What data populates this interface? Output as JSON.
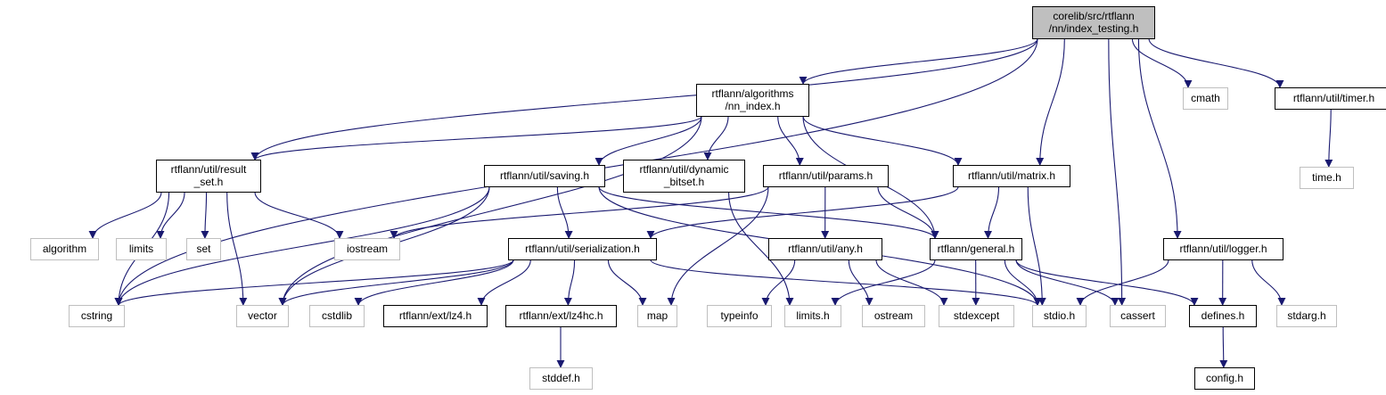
{
  "colors": {
    "edge": "#191970",
    "node_border": "#000000",
    "external_border": "#bfbfbf",
    "root_fill": "#bfbfbf",
    "background": "#ffffff"
  },
  "nodes": [
    {
      "id": "root",
      "kind": "root",
      "lines": [
        "corelib/src/rtflann",
        "/nn/index_testing.h"
      ]
    },
    {
      "id": "nn_index",
      "kind": "normal",
      "lines": [
        "rtflann/algorithms",
        "/nn_index.h"
      ]
    },
    {
      "id": "cmath",
      "kind": "external",
      "lines": [
        "cmath"
      ]
    },
    {
      "id": "timer",
      "kind": "normal",
      "lines": [
        "rtflann/util/timer.h"
      ]
    },
    {
      "id": "result_set",
      "kind": "normal",
      "lines": [
        "rtflann/util/result",
        "_set.h"
      ]
    },
    {
      "id": "saving",
      "kind": "normal",
      "lines": [
        "rtflann/util/saving.h"
      ]
    },
    {
      "id": "dynamic_bitset",
      "kind": "normal",
      "lines": [
        "rtflann/util/dynamic",
        "_bitset.h"
      ]
    },
    {
      "id": "params",
      "kind": "normal",
      "lines": [
        "rtflann/util/params.h"
      ]
    },
    {
      "id": "matrix",
      "kind": "normal",
      "lines": [
        "rtflann/util/matrix.h"
      ]
    },
    {
      "id": "time",
      "kind": "external",
      "lines": [
        "time.h"
      ]
    },
    {
      "id": "algorithm",
      "kind": "external",
      "lines": [
        "algorithm"
      ]
    },
    {
      "id": "limits",
      "kind": "external",
      "lines": [
        "limits"
      ]
    },
    {
      "id": "set",
      "kind": "external",
      "lines": [
        "set"
      ]
    },
    {
      "id": "iostream",
      "kind": "external",
      "lines": [
        "iostream"
      ]
    },
    {
      "id": "serialization",
      "kind": "normal",
      "lines": [
        "rtflann/util/serialization.h"
      ]
    },
    {
      "id": "any",
      "kind": "normal",
      "lines": [
        "rtflann/util/any.h"
      ]
    },
    {
      "id": "general",
      "kind": "normal",
      "lines": [
        "rtflann/general.h"
      ]
    },
    {
      "id": "logger",
      "kind": "normal",
      "lines": [
        "rtflann/util/logger.h"
      ]
    },
    {
      "id": "cstring",
      "kind": "external",
      "lines": [
        "cstring"
      ]
    },
    {
      "id": "vector",
      "kind": "external",
      "lines": [
        "vector"
      ]
    },
    {
      "id": "cstdlib",
      "kind": "external",
      "lines": [
        "cstdlib"
      ]
    },
    {
      "id": "lz4",
      "kind": "normal",
      "lines": [
        "rtflann/ext/lz4.h"
      ]
    },
    {
      "id": "lz4hc",
      "kind": "normal",
      "lines": [
        "rtflann/ext/lz4hc.h"
      ]
    },
    {
      "id": "map",
      "kind": "external",
      "lines": [
        "map"
      ]
    },
    {
      "id": "typeinfo",
      "kind": "external",
      "lines": [
        "typeinfo"
      ]
    },
    {
      "id": "limits_h",
      "kind": "external",
      "lines": [
        "limits.h"
      ]
    },
    {
      "id": "ostream",
      "kind": "external",
      "lines": [
        "ostream"
      ]
    },
    {
      "id": "stdexcept",
      "kind": "external",
      "lines": [
        "stdexcept"
      ]
    },
    {
      "id": "stdio",
      "kind": "external",
      "lines": [
        "stdio.h"
      ]
    },
    {
      "id": "cassert",
      "kind": "external",
      "lines": [
        "cassert"
      ]
    },
    {
      "id": "defines",
      "kind": "normal",
      "lines": [
        "defines.h"
      ]
    },
    {
      "id": "stdarg",
      "kind": "external",
      "lines": [
        "stdarg.h"
      ]
    },
    {
      "id": "stddef",
      "kind": "external",
      "lines": [
        "stddef.h"
      ]
    },
    {
      "id": "config",
      "kind": "normal",
      "lines": [
        "config.h"
      ]
    }
  ],
  "edges": [
    [
      "root",
      "nn_index"
    ],
    [
      "root",
      "cmath"
    ],
    [
      "root",
      "timer"
    ],
    [
      "root",
      "result_set"
    ],
    [
      "root",
      "matrix"
    ],
    [
      "root",
      "cstring"
    ],
    [
      "root",
      "cassert"
    ],
    [
      "root",
      "logger"
    ],
    [
      "nn_index",
      "result_set"
    ],
    [
      "nn_index",
      "saving"
    ],
    [
      "nn_index",
      "dynamic_bitset"
    ],
    [
      "nn_index",
      "params"
    ],
    [
      "nn_index",
      "matrix"
    ],
    [
      "nn_index",
      "general"
    ],
    [
      "nn_index",
      "vector"
    ],
    [
      "timer",
      "time"
    ],
    [
      "result_set",
      "algorithm"
    ],
    [
      "result_set",
      "limits"
    ],
    [
      "result_set",
      "set"
    ],
    [
      "result_set",
      "iostream"
    ],
    [
      "result_set",
      "vector"
    ],
    [
      "result_set",
      "cstring"
    ],
    [
      "saving",
      "serialization"
    ],
    [
      "saving",
      "general"
    ],
    [
      "saving",
      "cstring"
    ],
    [
      "saving",
      "vector"
    ],
    [
      "saving",
      "stdio"
    ],
    [
      "dynamic_bitset",
      "limits_h"
    ],
    [
      "params",
      "any"
    ],
    [
      "params",
      "general"
    ],
    [
      "params",
      "iostream"
    ],
    [
      "params",
      "map"
    ],
    [
      "matrix",
      "general"
    ],
    [
      "matrix",
      "serialization"
    ],
    [
      "matrix",
      "stdio"
    ],
    [
      "serialization",
      "vector"
    ],
    [
      "serialization",
      "map"
    ],
    [
      "serialization",
      "cstring"
    ],
    [
      "serialization",
      "cstdlib"
    ],
    [
      "serialization",
      "lz4"
    ],
    [
      "serialization",
      "lz4hc"
    ],
    [
      "serialization",
      "stdio"
    ],
    [
      "any",
      "typeinfo"
    ],
    [
      "any",
      "ostream"
    ],
    [
      "any",
      "stdexcept"
    ],
    [
      "general",
      "stdexcept"
    ],
    [
      "general",
      "stdio"
    ],
    [
      "general",
      "cassert"
    ],
    [
      "general",
      "defines"
    ],
    [
      "general",
      "limits_h"
    ],
    [
      "logger",
      "stdio"
    ],
    [
      "logger",
      "defines"
    ],
    [
      "logger",
      "stdarg"
    ],
    [
      "lz4hc",
      "stddef"
    ],
    [
      "defines",
      "config"
    ]
  ]
}
